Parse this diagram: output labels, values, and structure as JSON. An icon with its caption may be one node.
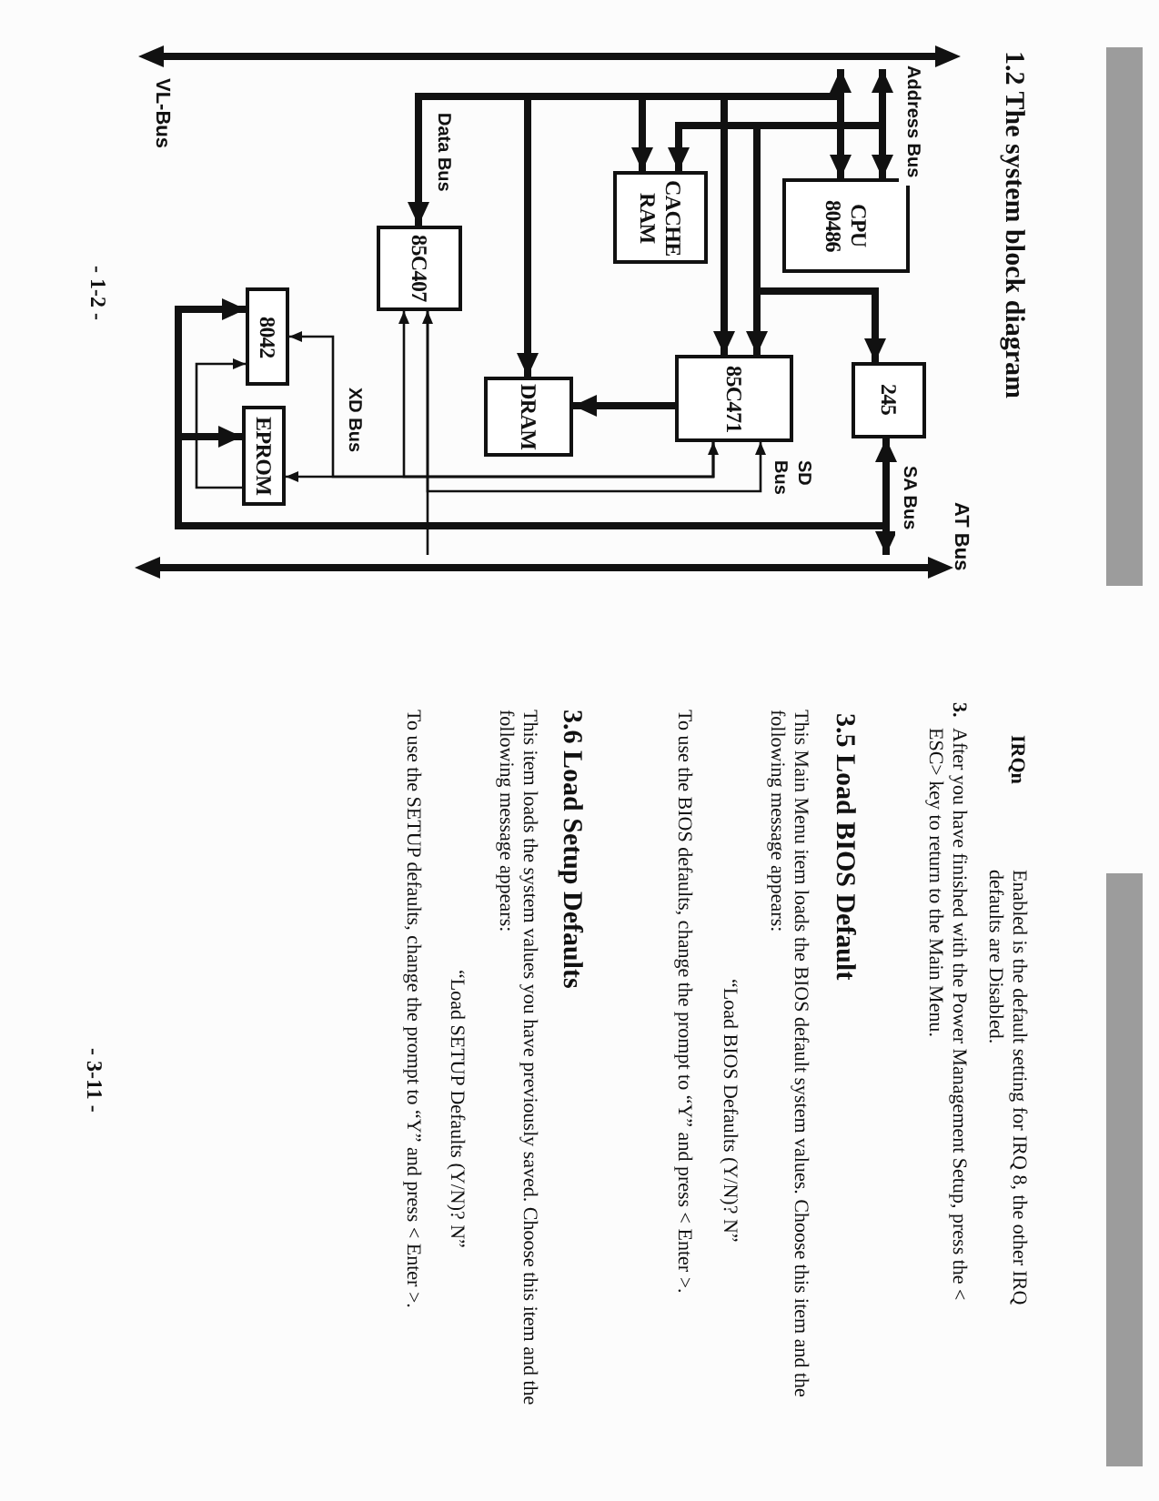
{
  "diagram": {
    "title": "1.2 The system block diagram",
    "nodes": [
      {
        "text": [],
        "shape": "bar",
        "beside": [
          "VL-Bus"
        ]
      },
      {
        "text": [
          "CPU 80486"
        ]
      },
      {
        "text": [
          "CACHE RAM"
        ]
      },
      {
        "text": [
          "245"
        ]
      },
      {
        "text": [
          "85C471"
        ]
      },
      {
        "text": [
          "DRAM"
        ]
      },
      {
        "text": [
          "85C407"
        ]
      },
      {
        "text": [
          "8042"
        ]
      },
      {
        "text": [
          "EPROM"
        ]
      },
      {
        "text": [],
        "shape": "bar",
        "beside": [
          "AT Bus"
        ]
      }
    ],
    "edges": [
      {
        "from": 0,
        "to": 1,
        "arrow": "both"
      },
      {
        "from": 0,
        "to": 1,
        "arrow": "both",
        "label": "Address Bus"
      },
      {
        "from": 1,
        "to": 6,
        "arrow": "to",
        "label": "Data Bus"
      },
      {
        "from": 1,
        "to": 5,
        "arrow": "to"
      },
      {
        "from": 1,
        "to": 2,
        "arrow": "to"
      },
      {
        "from": 1,
        "to": 4,
        "arrow": "to"
      },
      {
        "from": 1,
        "to": 2,
        "arrow": "to"
      },
      {
        "from": 1,
        "to": 4,
        "arrow": "to"
      },
      {
        "from": 1,
        "to": 3,
        "arrow": "to"
      },
      {
        "from": 4,
        "to": 5,
        "arrow": "to"
      },
      {
        "from": 3,
        "to": 9,
        "arrow": "both",
        "label": "SA Bus"
      },
      {
        "from": 9,
        "to": 7,
        "arrow": "to"
      },
      {
        "from": 9,
        "to": 8,
        "arrow": "to"
      },
      {
        "from": 4,
        "to": 8,
        "arrow": "both"
      },
      {
        "from": 4,
        "to": 6,
        "arrow": "to"
      },
      {
        "from": 4,
        "to": 7,
        "arrow": "to",
        "label": "XD Bus"
      },
      {
        "from": 8,
        "to": 7,
        "arrow": "to"
      },
      {
        "from": 6,
        "to": 4,
        "arrow": "both",
        "label": "SD Bus"
      },
      {
        "from": 9,
        "to": 6,
        "arrow": "none"
      }
    ],
    "labels": [
      "- 1-2 -",
      "IRQn",
      "Enabled is the default setting for IRQ 8, the other IRQ defaults are Disabled.",
      "3.",
      "After you have finished with the Power Management Setup, press the < ESC> key to return to the Main Menu.",
      "3.5 Load BIOS Default",
      "This Main Menu item loads the BIOS default system values. Choose this item and the following message appears:",
      "“Load BIOS Defaults (Y/N)? N”",
      "To use the BIOS defaults, change the prompt to “Y” and press < Enter >.",
      "3.6 Load Setup Defaults",
      "This item loads the system values you have previously saved. Choose this item and the following message appears:",
      "“Load SETUP Defaults (Y/N)? N”",
      "To use the SETUP defaults, change the prompt to “Y” and press < Enter >.",
      "- 3-11 -"
    ]
  }
}
